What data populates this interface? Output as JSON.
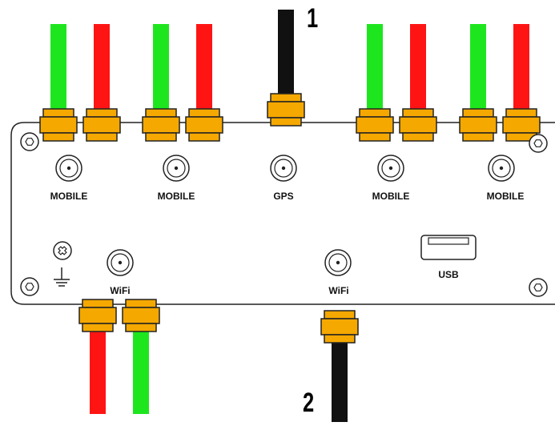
{
  "labels": {
    "mobile": "MOBILE",
    "gps": "GPS",
    "wifi": "WiFi",
    "usb": "USB"
  },
  "callouts": {
    "top": "1",
    "bottom": "2"
  },
  "colors": {
    "green": "#1ee61e",
    "red": "#ff1414",
    "black": "#111111",
    "connector": "#f5a800",
    "outline": "#222222"
  },
  "icons": [
    "screw-icon",
    "sma-port-icon",
    "ground-icon",
    "plus-screw-icon",
    "usb-port-icon"
  ]
}
